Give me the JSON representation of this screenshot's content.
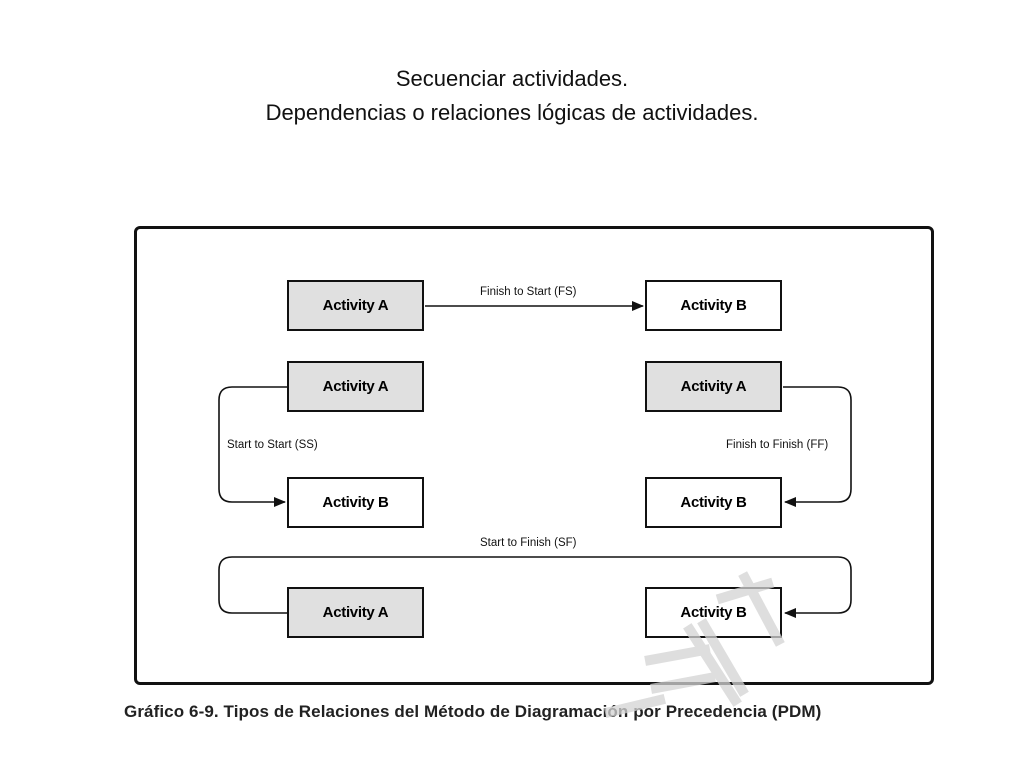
{
  "header": {
    "title_line1": "Secuenciar actividades.",
    "title_line2": "Dependencias o relaciones lógicas de actividades."
  },
  "diagram": {
    "fs": {
      "from": "Activity A",
      "to": "Activity B",
      "label": "Finish to Start (FS)"
    },
    "ss": {
      "from": "Activity A",
      "to": "Activity B",
      "label": "Start to Start (SS)"
    },
    "ff": {
      "from": "Activity A",
      "to": "Activity B",
      "label": "Finish to Finish (FF)"
    },
    "sf": {
      "from": "Activity A",
      "to": "Activity B",
      "label": "Start to Finish (SF)"
    },
    "colors": {
      "activity_a_fill": "#e0e0e0",
      "activity_b_fill": "#ffffff",
      "line": "#111111"
    }
  },
  "caption": "Gráfico 6-9. Tipos de Relaciones del Método de Diagramación por Precedencia (PDM)"
}
